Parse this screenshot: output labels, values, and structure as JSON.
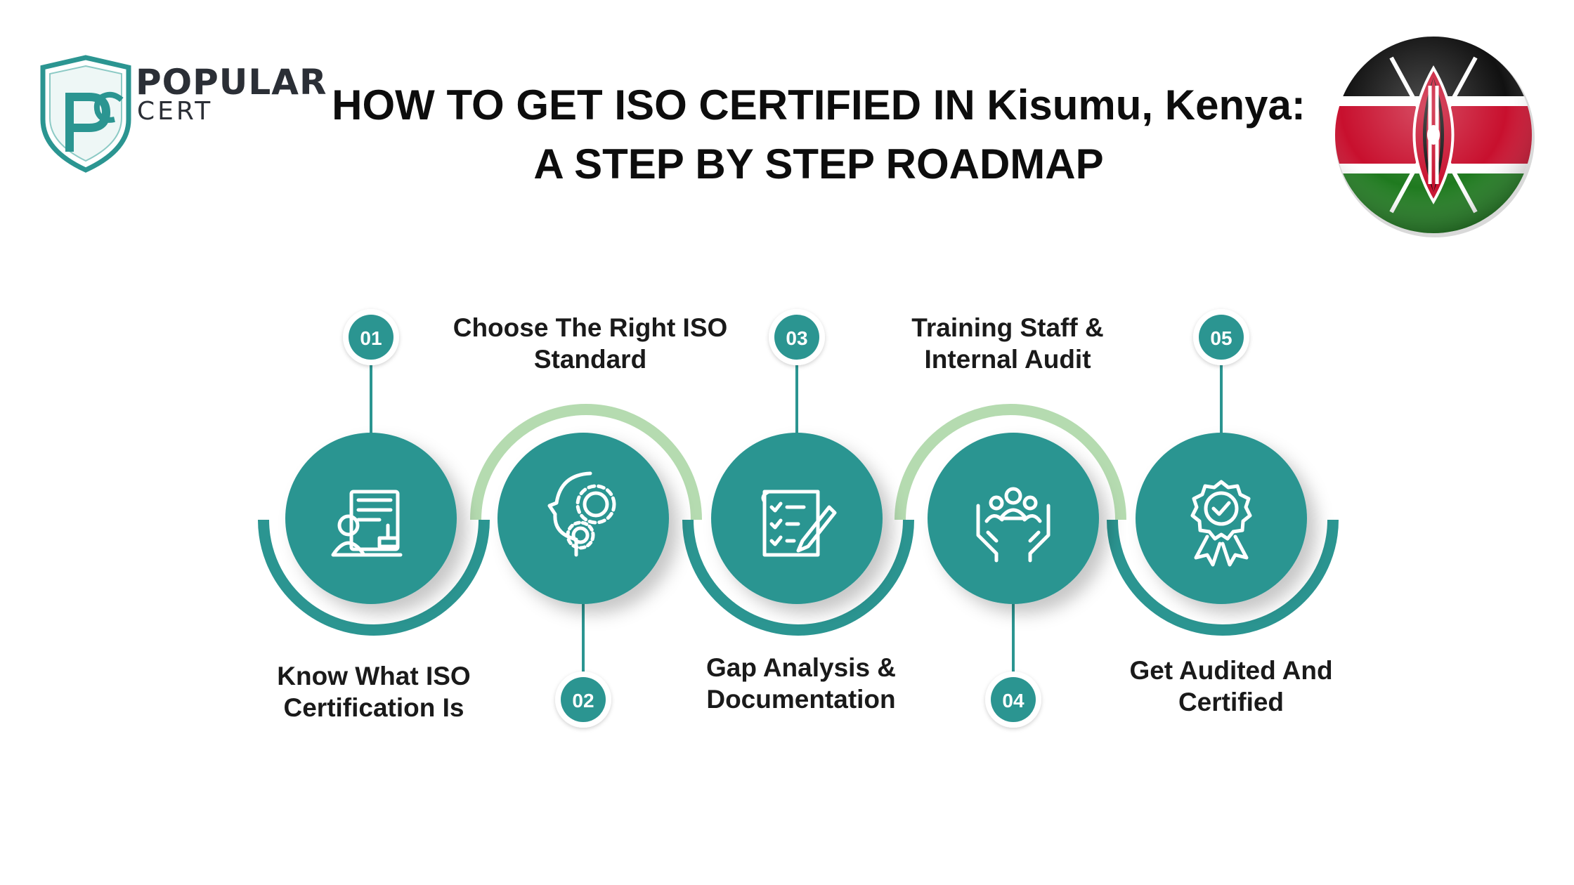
{
  "brand": {
    "name_line1": "POPULAR",
    "name_line2": "CERT",
    "monogram": "PC",
    "teal": "#2b9591",
    "light_green": "#b5dbb0"
  },
  "header": {
    "title_line1": "HOW TO GET ISO CERTIFIED IN Kisumu, Kenya:",
    "title_line2": "A STEP BY STEP ROADMAP"
  },
  "flag": {
    "country": "Kenya",
    "colors": {
      "black": "#111111",
      "red": "#c8102e",
      "green": "#1f7a1f",
      "white": "#ffffff"
    }
  },
  "steps": [
    {
      "number": "01",
      "line1": "Know What ISO",
      "line2": "Certification Is",
      "icon": "document-person-stamp-icon",
      "label_position": "below"
    },
    {
      "number": "02",
      "line1": "Choose The Right ISO",
      "line2": "Standard",
      "icon": "head-gears-icon",
      "label_position": "above"
    },
    {
      "number": "03",
      "line1": "Gap Analysis &",
      "line2": "Documentation",
      "icon": "checklist-pen-icon",
      "label_position": "below"
    },
    {
      "number": "04",
      "line1": "Training Staff &",
      "line2": "Internal Audit",
      "icon": "hands-team-icon",
      "label_position": "above"
    },
    {
      "number": "05",
      "line1": "Get Audited And",
      "line2": "Certified",
      "icon": "award-ribbon-icon",
      "label_position": "below"
    }
  ]
}
